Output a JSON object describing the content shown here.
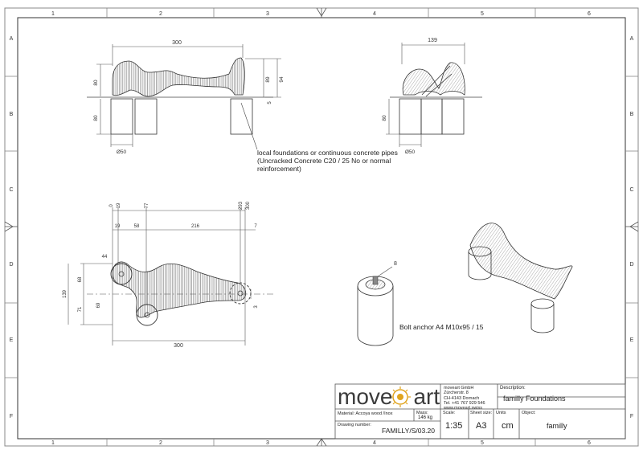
{
  "grid": {
    "columns": [
      "1",
      "2",
      "3",
      "4",
      "5",
      "6"
    ],
    "rows": [
      "A",
      "B",
      "C",
      "D",
      "E",
      "F"
    ]
  },
  "views": {
    "front": {
      "overall_width": "300",
      "left_height": "80",
      "right_height": "89",
      "total_height": "94",
      "gap": "5",
      "foundation_height": "80",
      "foundation_diameter": "Ø50"
    },
    "side": {
      "width": "139",
      "foundation_height": "80",
      "foundation_diameter": "Ø50"
    },
    "plan": {
      "top_dims": [
        "0",
        "19",
        "77",
        "293",
        "300"
      ],
      "seg_dims": [
        "19",
        "58",
        "216",
        "7"
      ],
      "left_dims": [
        "44",
        "68",
        "139",
        "71",
        "69"
      ],
      "right_dim": "3",
      "overall_width": "300"
    }
  },
  "notes": {
    "foundation": [
      "local foundations or continuous concrete pipes",
      "(Uncracked Concrete C20 / 25 No or normal",
      "reinforcement)"
    ],
    "bolt": "Bolt anchor A4 M10x95 / 15",
    "bolt_dim": "8"
  },
  "title_block": {
    "logo_left": "move",
    "logo_right": "art",
    "company": [
      "moveart GmbH",
      "Zürcherstr. 8",
      "CH-4143 Dornach",
      "Tel. +41 767 929 546",
      "www.moveart.swiss"
    ],
    "description_label": "Description:",
    "description": "familly Foundations",
    "material_label": "Material: Accoya wood /Inox",
    "mass_label": "Mass:",
    "mass": "146 kg",
    "scale_label": "Scale:",
    "scale": "1:35",
    "sheet_size_label": "Sheet size:",
    "sheet_size": "A3",
    "units_label": "Units",
    "units": "cm",
    "object_label": "Object:",
    "object": "familly",
    "drawing_number_label": "Drawing number:",
    "drawing_number": "FAMILLY/S/03.20",
    "accent": "#e0a41e"
  }
}
